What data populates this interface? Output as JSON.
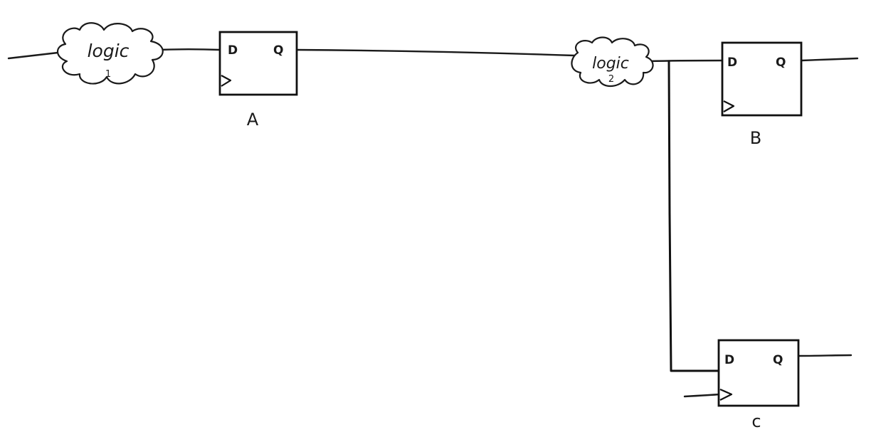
{
  "diagram": {
    "logic1": {
      "text": "logic",
      "subscript": "1"
    },
    "logic2": {
      "text": "logic",
      "subscript": "2"
    },
    "flipflops": [
      {
        "id": "A",
        "label": "A",
        "d_pin": "D",
        "q_pin": "Q"
      },
      {
        "id": "B",
        "label": "B",
        "d_pin": "D",
        "q_pin": "Q"
      },
      {
        "id": "C",
        "label": "c",
        "d_pin": "D",
        "q_pin": "Q"
      }
    ]
  }
}
